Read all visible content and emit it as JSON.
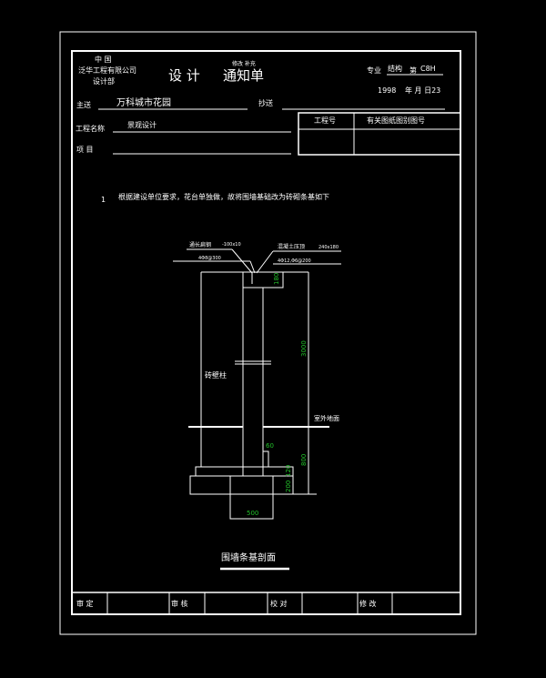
{
  "header": {
    "org_line1": "中 国",
    "org_line2": "泛华工程有限公司",
    "org_line3": "设计部",
    "title_left": "设 计",
    "title_right": "通知单",
    "title_overlay": "修改 补充",
    "specialty_label": "专业",
    "specialty_value": "结构",
    "number_label": "第",
    "number_value": "C8H",
    "date_year": "1998",
    "date_rest": "年 月 日23",
    "to_label": "主送",
    "to_value": "万科城市花园",
    "cc_label": "抄送",
    "project_name_label": "工程名称",
    "project_name_value": "景观设计",
    "item_label": "项 目",
    "table_col1": "工程号",
    "table_col2": "有关图纸图别图号"
  },
  "note": {
    "number": "1",
    "text": "根据建设单位要求，花台单独做，故将围墙基础改为砖砌条基如下"
  },
  "drawing": {
    "label_flat_steel": "通长扁钢",
    "flat_steel_size": "-100x10",
    "rebar_left": "4Φ8@300",
    "label_coping": "混凝土压顶",
    "coping_size": "240x180",
    "rebar_right": "4Φ12,Φ6@200",
    "label_pilaster": "砖壁柱",
    "label_ground": "室外地面",
    "dim_180": "180",
    "dim_3000": "3000",
    "dim_800": "800",
    "dim_60": "60",
    "dim_120": "120",
    "dim_200": "200",
    "dim_500": "500",
    "caption": "围墙条基剖面"
  },
  "footer": {
    "approve": "审 定",
    "review": "审 核",
    "check": "校 对",
    "revise": "修 改"
  }
}
